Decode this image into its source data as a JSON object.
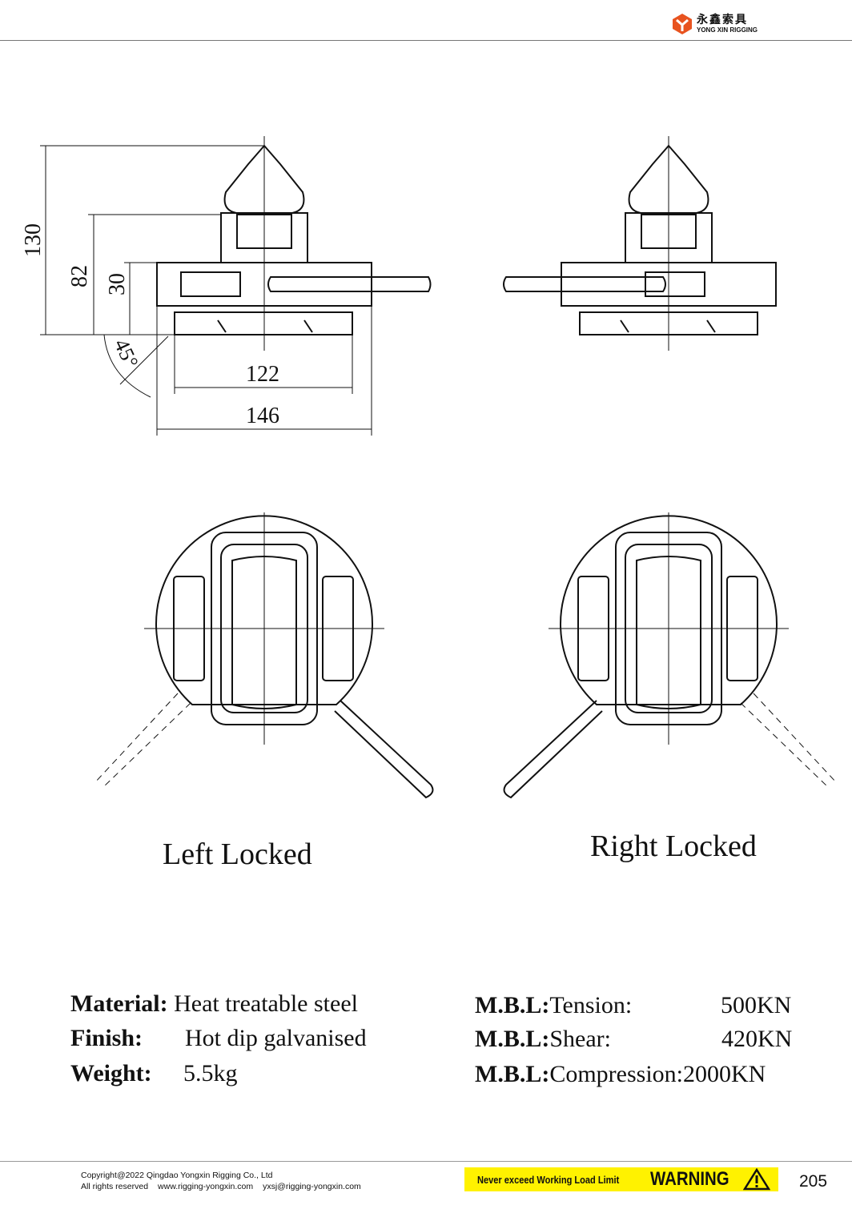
{
  "header": {
    "brand_cn": "永鑫索具",
    "brand_en": "YONG XIN RIGGING",
    "logo_color": "#e8531f"
  },
  "dimensions": {
    "height_total": "130",
    "height_mid": "82",
    "height_low": "30",
    "angle": "45°",
    "width_inner": "122",
    "width_outer": "146"
  },
  "captions": {
    "left": "Left Locked",
    "right": "Right Locked"
  },
  "specs": {
    "material_label": "Material:",
    "material_value": "Heat treatable steel",
    "finish_label": "Finish:",
    "finish_value": "Hot dip galvanised",
    "weight_label": "Weight:",
    "weight_value": "5.5kg",
    "mbl_prefix": "M.B.L:",
    "tension_label": "Tension:",
    "tension_value": "500KN",
    "shear_label": "Shear:",
    "shear_value": "420KN",
    "compression_label": "Compression:",
    "compression_value": "2000KN"
  },
  "footer": {
    "copyright": "Copyright@2022 Qingdao Yongxin Rigging Co., Ltd",
    "rights": "All rights reserved",
    "website": "www.rigging-yongxin.com",
    "email": "yxsj@rigging-yongxin.com",
    "warning_note": "Never exceed Working Load Limit",
    "warning_title": "WARNING",
    "warning_color": "#fff200",
    "page_number": "205"
  }
}
